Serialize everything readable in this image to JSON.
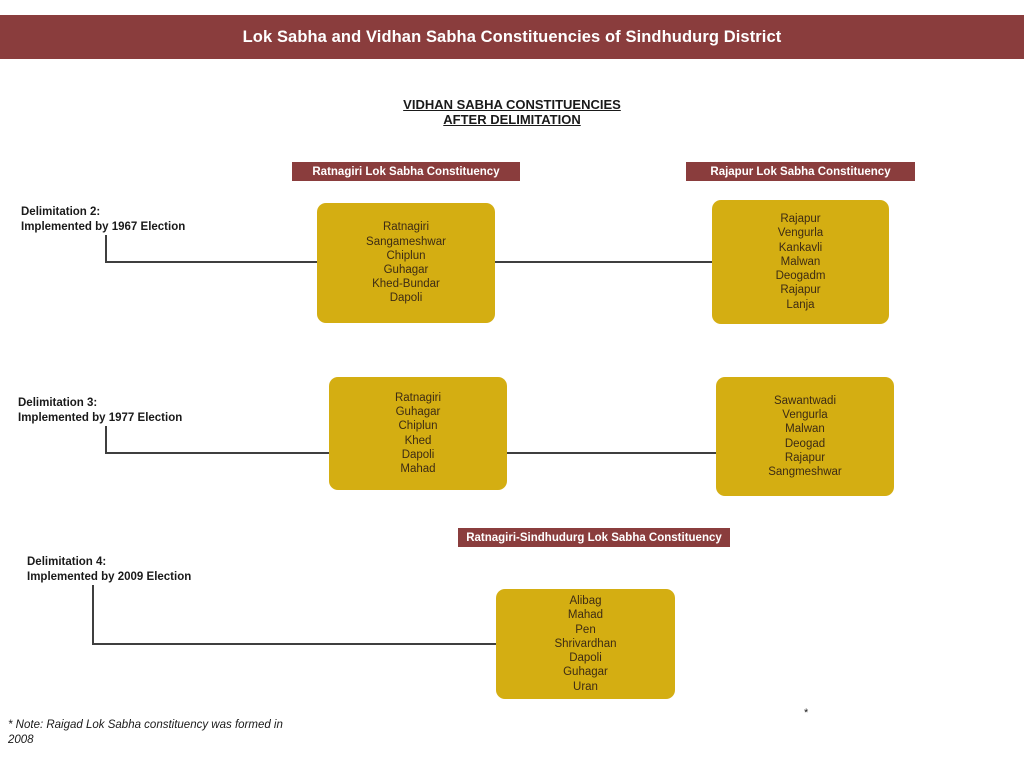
{
  "header": {
    "title": "Lok Sabha and Vidhan Sabha Constituencies of Sindhudurg District",
    "bar_color": "#8A3D3D",
    "text_color": "#FFFFFF"
  },
  "subtitle": {
    "line1": "VIDHAN SABHA CONSTITUENCIES",
    "line2": "AFTER DELIMITATION"
  },
  "colors": {
    "accent_dark_red": "#8A3D3D",
    "box_gold": "#D4AE12",
    "box_text": "#3D2B14",
    "connector": "#3F3F3F",
    "page_background": "#FFFFFF"
  },
  "rows": [
    {
      "delimitation_label_line1": "Delimitation 2:",
      "delimitation_label_line2": "Implemented by 1967 Election",
      "boxes": [
        {
          "banner": "Ratnagiri Lok Sabha Constituency",
          "constituencies": [
            "Ratnagiri",
            "Sangameshwar",
            "Chiplun",
            "Guhagar",
            "Khed-Bundar",
            "Dapoli"
          ]
        },
        {
          "banner": "Rajapur Lok Sabha Constituency",
          "constituencies": [
            "Rajapur",
            "Vengurla",
            "Kankavli",
            "Malwan",
            "Deogadm",
            "Rajapur",
            "Lanja"
          ]
        }
      ]
    },
    {
      "delimitation_label_line1": "Delimitation 3:",
      "delimitation_label_line2": "Implemented by 1977 Election",
      "boxes": [
        {
          "banner": "",
          "constituencies": [
            "Ratnagiri",
            "Guhagar",
            "Chiplun",
            "Khed",
            "Dapoli",
            "Mahad"
          ]
        },
        {
          "banner": "",
          "constituencies": [
            "Sawantwadi",
            "Vengurla",
            "Malwan",
            "Deogad",
            "Rajapur",
            "Sangmeshwar"
          ]
        }
      ]
    },
    {
      "delimitation_label_line1": "Delimitation 4:",
      "delimitation_label_line2": "Implemented by 2009 Election",
      "boxes": [
        {
          "banner": "Ratnagiri-Sindhudurg Lok Sabha Constituency",
          "constituencies": [
            "Alibag",
            "Mahad",
            "Pen",
            "Shrivardhan",
            "Dapoli",
            "Guhagar",
            "Uran"
          ]
        }
      ]
    }
  ],
  "footnote": {
    "text": "* Note: Raigad Lok Sabha constituency was formed in 2008",
    "marker": "*"
  }
}
